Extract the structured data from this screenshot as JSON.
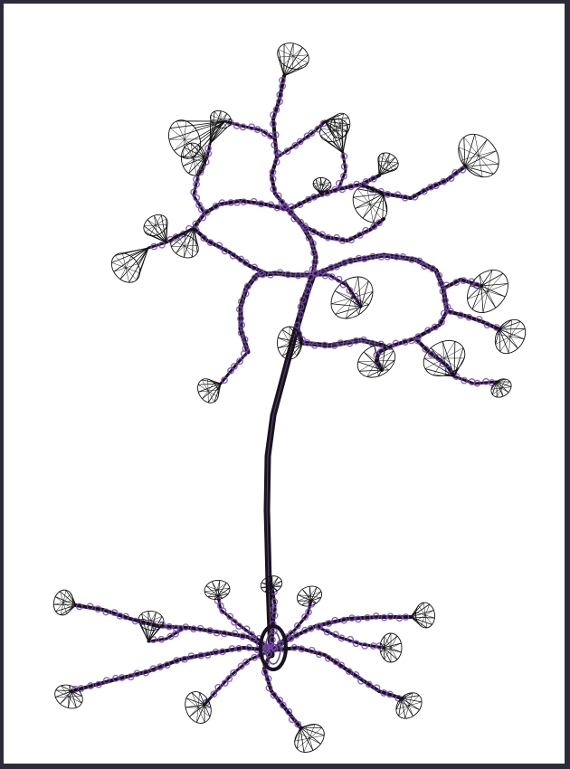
{
  "viewer": {
    "background_color": "#ffffff",
    "frame_color": "#2e2e38"
  },
  "neuron": {
    "type": "wireframe neuron morphology",
    "stroke_color": "#1a1220",
    "bead_color": "#7a4ab0",
    "compartments": [
      "soma",
      "apical-trunk",
      "apical-tuft",
      "basal-dendrites"
    ],
    "terminal_marker": "wireframe-cone"
  }
}
